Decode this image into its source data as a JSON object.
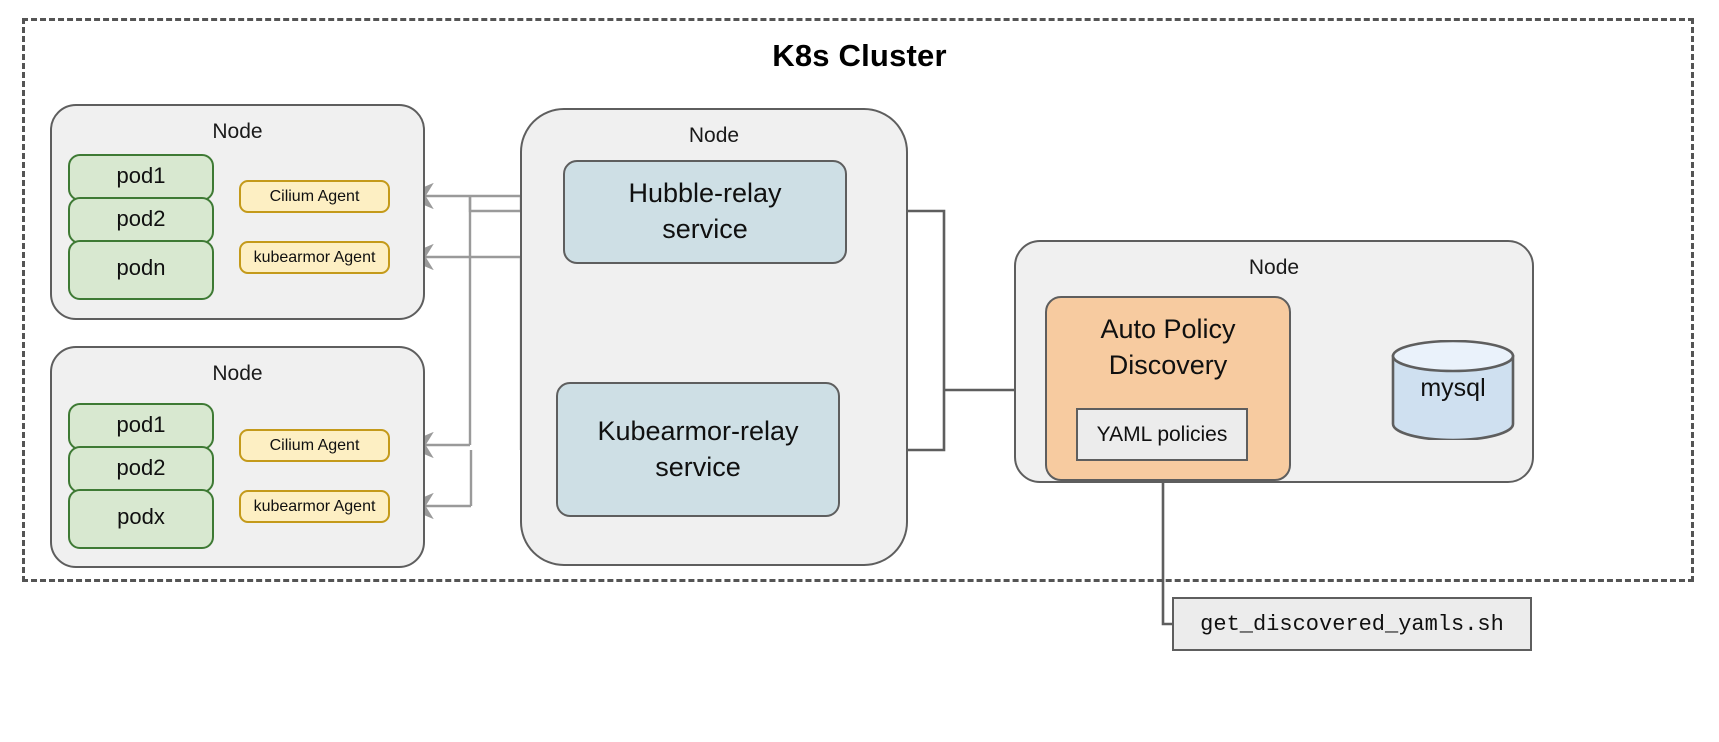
{
  "cluster": {
    "title": "K8s Cluster",
    "border_color": "#545454",
    "style": "dashed"
  },
  "nodes": [
    {
      "id": "node-left-top",
      "label": "Node",
      "pods": [
        "pod1",
        "pod2",
        "podn"
      ],
      "agents": [
        "Cilium Agent",
        "kubearmor Agent"
      ]
    },
    {
      "id": "node-left-bottom",
      "label": "Node",
      "pods": [
        "pod1",
        "pod2",
        "podx"
      ],
      "agents": [
        "Cilium Agent",
        "kubearmor Agent"
      ]
    },
    {
      "id": "node-center",
      "label": "Node",
      "services": [
        "Hubble-relay service",
        "Kubearmor-relay service"
      ]
    },
    {
      "id": "node-right",
      "label": "Node",
      "components": [
        "Auto Policy Discovery",
        "YAML policies",
        "mysql"
      ]
    }
  ],
  "left_top": {
    "node_label": "Node",
    "pods": [
      {
        "label": "pod1"
      },
      {
        "label": "pod2"
      },
      {
        "label": "podn"
      }
    ],
    "agents": [
      {
        "label": "Cilium Agent"
      },
      {
        "label": "kubearmor Agent"
      }
    ]
  },
  "left_bottom": {
    "node_label": "Node",
    "pods": [
      {
        "label": "pod1"
      },
      {
        "label": "pod2"
      },
      {
        "label": "podx"
      }
    ],
    "agents": [
      {
        "label": "Cilium Agent"
      },
      {
        "label": "kubearmor Agent"
      }
    ]
  },
  "center": {
    "node_label": "Node",
    "services": [
      {
        "line1": "Hubble-relay",
        "line2": "service"
      },
      {
        "line1": "Kubearmor-relay",
        "line2": "service"
      }
    ]
  },
  "right": {
    "node_label": "Node",
    "auto_policy_discovery": {
      "line1": "Auto Policy",
      "line2": "Discovery"
    },
    "yaml_policies": "YAML policies",
    "database": "mysql"
  },
  "script_note": {
    "label": "get_discovered_yamls.sh"
  },
  "colors": {
    "pod_fill": "#d8e8d0",
    "pod_stroke": "#3e7a34",
    "agent_fill": "#fdefc3",
    "agent_stroke": "#c49a1a",
    "relay_fill": "#cedfe5",
    "relay_stroke": "#5e5e5e",
    "node_fill": "#f0f0f0",
    "node_stroke": "#5e5e5e",
    "apd_fill": "#f7cba0",
    "db_fill": "#cfe0f0",
    "note_fill": "#ececec",
    "edge_light": "#9a9a9a",
    "edge_dark": "#5e5e5e"
  }
}
